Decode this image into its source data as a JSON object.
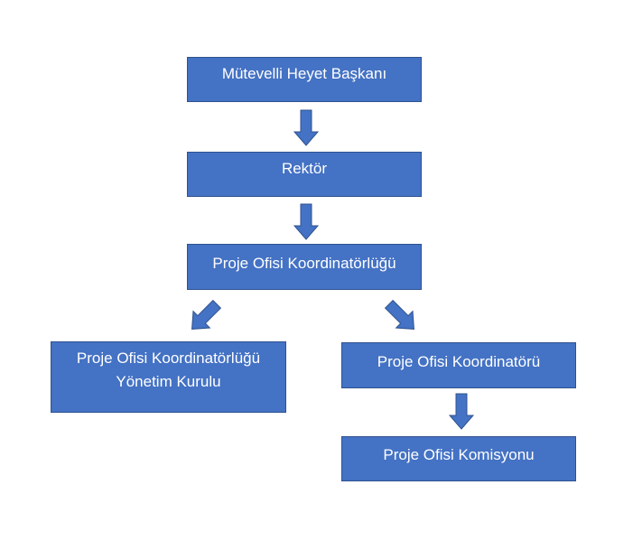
{
  "diagram": {
    "nodes": {
      "chairman": {
        "label": "Mütevelli Heyet Başkanı"
      },
      "rector": {
        "label": "Rektör"
      },
      "coordinatorship": {
        "label": "Proje Ofisi Koordinatörlüğü"
      },
      "board": {
        "line1": "Proje Ofisi Koordinatörlüğü",
        "line2": "Yönetim Kurulu"
      },
      "coordinator": {
        "label": "Proje Ofisi Koordinatörü"
      },
      "commission": {
        "label": "Proje Ofisi Komisyonu"
      }
    },
    "edges": [
      {
        "from": "chairman",
        "to": "rector"
      },
      {
        "from": "rector",
        "to": "coordinatorship"
      },
      {
        "from": "coordinatorship",
        "to": "board"
      },
      {
        "from": "coordinatorship",
        "to": "coordinator"
      },
      {
        "from": "coordinator",
        "to": "commission"
      }
    ],
    "colors": {
      "box_fill": "#4472C4",
      "box_border": "#2F528F",
      "text": "#FFFFFF"
    }
  }
}
